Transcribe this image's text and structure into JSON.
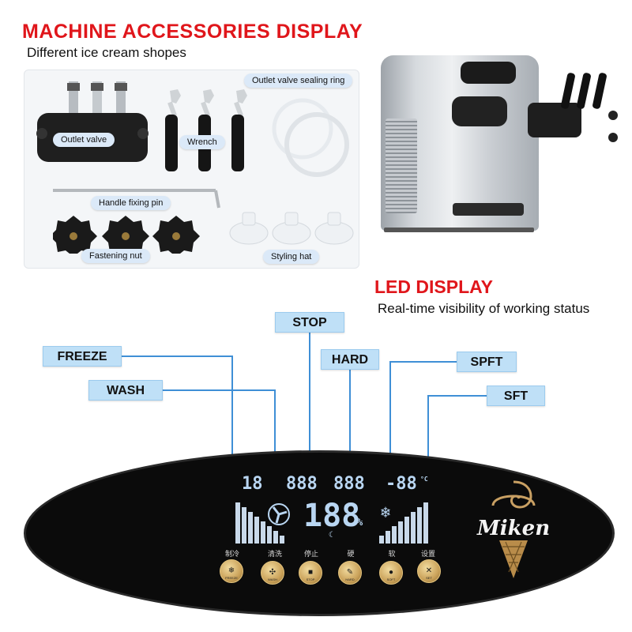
{
  "header": {
    "title": "MACHINE ACCESSORIES DISPLAY",
    "subtitle": "Different ice cream shopes"
  },
  "accessories": {
    "outlet_valve": "Outlet valve",
    "wrench": "Wrench",
    "sealing_ring": "Outlet valve sealing ring",
    "handle_pin": "Handle fixing pin",
    "fastening_nut": "Fastening nut",
    "styling_hat": "Styling hat"
  },
  "led": {
    "title": "LED DISPLAY",
    "subtitle": "Real-time visibility of working status"
  },
  "callouts": {
    "freeze": "FREEZE",
    "wash": "WASH",
    "stop": "STOP",
    "hard": "HARD",
    "spft": "SPFT",
    "sft": "SFT"
  },
  "lcd": {
    "seg1": "18",
    "seg2": "888",
    "seg3": "888",
    "seg4": "-88",
    "big": "188",
    "pct": "%",
    "unit": "°C"
  },
  "buttons": [
    {
      "cn": "制冷",
      "sub": "FREEZE"
    },
    {
      "cn": "清洗",
      "sub": "WASH"
    },
    {
      "cn": "停止",
      "sub": "STOP"
    },
    {
      "cn": "硬",
      "sub": "HARD"
    },
    {
      "cn": "软",
      "sub": "SOFT"
    },
    {
      "cn": "设置",
      "sub": "SET"
    }
  ],
  "brand": "Miken",
  "colors": {
    "heading_red": "#e0161b",
    "callout_blue": "#bfe0f7",
    "leader_blue": "#3f8fd6",
    "button_gold": "#caa25a",
    "panel_black": "#0b0b0b"
  },
  "icons": [
    "snowflake-icon",
    "fan-icon",
    "stop-square-icon",
    "hard-leaf-icon",
    "soft-drop-icon",
    "tools-icon",
    "ice-cream-cone-icon",
    "moon-icon"
  ]
}
